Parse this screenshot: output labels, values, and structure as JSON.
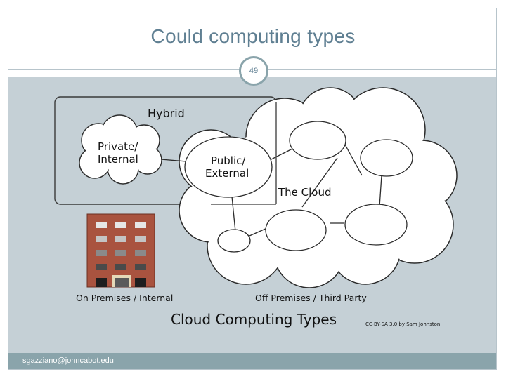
{
  "slide": {
    "title": "Could computing types",
    "page_number": "49",
    "footer": "sgazziano@johncabot.edu"
  },
  "diagram": {
    "hybrid_label": "Hybrid",
    "private_label_1": "Private/",
    "private_label_2": "Internal",
    "public_label_1": "Public/",
    "public_label_2": "External",
    "cloud_label": "The Cloud",
    "on_premises_label": "On Premises / Internal",
    "off_premises_label": "Off Premises / Third Party",
    "caption": "Cloud Computing Types",
    "credit": "CC-BY-SA 3.0 by Sam Johnston"
  }
}
